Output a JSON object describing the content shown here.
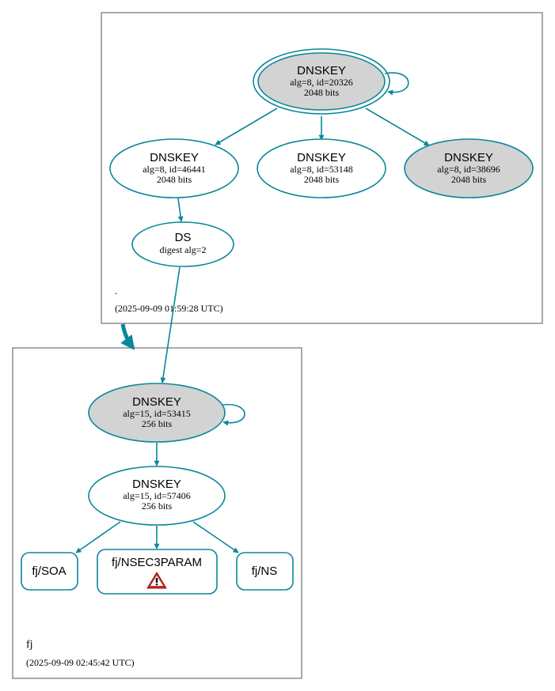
{
  "colors": {
    "edge": "#0a879a",
    "node_fill_gray": "#d3d3d3",
    "node_fill_white": "#ffffff",
    "box_border": "#555555",
    "warning_red": "#cc2b2b"
  },
  "zones": {
    "root": {
      "name": ".",
      "timestamp": "(2025-09-09 01:59:28 UTC)"
    },
    "fj": {
      "name": "fj",
      "timestamp": "(2025-09-09 02:45:42 UTC)"
    }
  },
  "nodes": {
    "root_ksk": {
      "title": "DNSKEY",
      "line1": "alg=8, id=20326",
      "line2": "2048 bits"
    },
    "root_zsk_46441": {
      "title": "DNSKEY",
      "line1": "alg=8, id=46441",
      "line2": "2048 bits"
    },
    "root_zsk_53148": {
      "title": "DNSKEY",
      "line1": "alg=8, id=53148",
      "line2": "2048 bits"
    },
    "root_key_38696": {
      "title": "DNSKEY",
      "line1": "alg=8, id=38696",
      "line2": "2048 bits"
    },
    "root_ds": {
      "title": "DS",
      "line1": "digest alg=2"
    },
    "fj_ksk": {
      "title": "DNSKEY",
      "line1": "alg=15, id=53415",
      "line2": "256 bits"
    },
    "fj_zsk": {
      "title": "DNSKEY",
      "line1": "alg=15, id=57406",
      "line2": "256 bits"
    },
    "fj_soa": {
      "title": "fj/SOA"
    },
    "fj_nsec3param": {
      "title": "fj/NSEC3PARAM",
      "icon": "warning-triangle-icon"
    },
    "fj_ns": {
      "title": "fj/NS"
    }
  }
}
